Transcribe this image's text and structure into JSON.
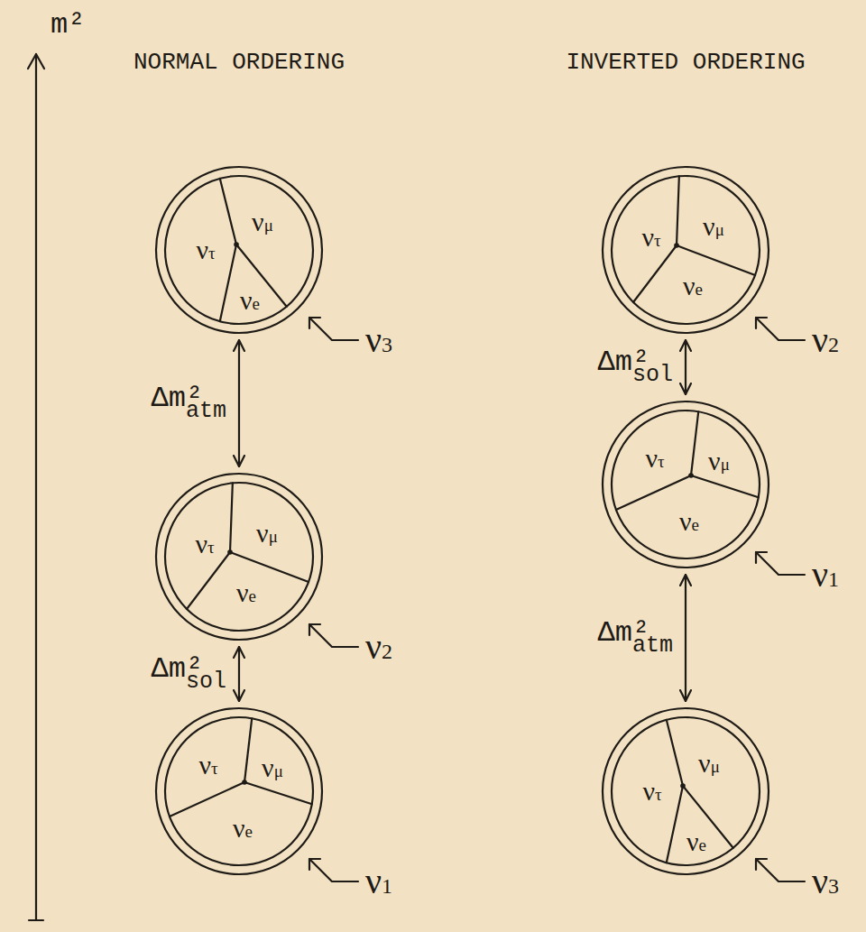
{
  "diagram": {
    "nodes": [
      {
        "text": [
          "νμ",
          "ντ",
          "νe"
        ]
      },
      {
        "text": [
          "νμ",
          "ντ",
          "νe"
        ]
      },
      {
        "text": [
          "νμ",
          "ντ",
          "νe"
        ]
      },
      {
        "text": [
          "νμ",
          "ντ",
          "νe"
        ]
      },
      {
        "text": [
          "νμ",
          "ντ",
          "νe"
        ]
      },
      {
        "text": [
          "νμ",
          "ντ",
          "νe"
        ]
      }
    ],
    "edges": [
      {
        "from": 0,
        "to": 2,
        "arrow": "both"
      },
      {
        "from": 2,
        "to": 4,
        "arrow": "both"
      },
      {
        "from": 1,
        "to": 3,
        "arrow": "both"
      },
      {
        "from": 3,
        "to": 5,
        "arrow": "both"
      }
    ],
    "labels": [
      "m²",
      "NORMAL ORDERING",
      "INVERTED ORDERING",
      "ν3",
      "Δm²",
      "atm",
      "ν2",
      "Δm²",
      "sol",
      "ν1",
      "Δm²",
      "atm",
      "ν2",
      "Δm²",
      "sol",
      "ν1",
      "ν3"
    ]
  }
}
